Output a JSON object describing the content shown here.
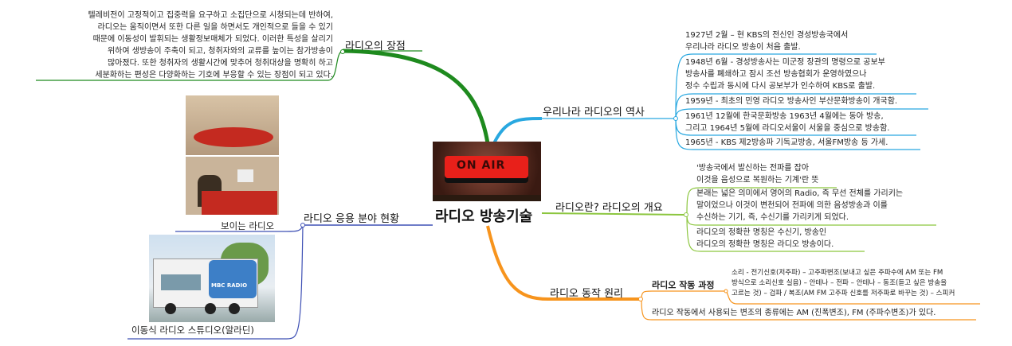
{
  "central": {
    "title": "라디오 방송기술",
    "image_label": "ON AIR"
  },
  "branches": {
    "advantages": {
      "label": "라디오의 장점",
      "color": "#1e8a1e",
      "text": [
        "텔레비전이 고정적이고 집중력을 요구하고 소집단으로 시청되는데 반하여,",
        "라디오는 움직이면서 또한 다른 일을 하면서도 개인적으로 들을 수 있기",
        "때문에 이동성이 발휘되는 생활정보매체가 되었다. 이러한 특성을 살리기",
        "위하여 생방송이 주축이 되고, 청취자와의 교류를 높이는 참가방송이",
        "많아졌다. 또한 청취자의 생활시간에 맞추어 청취대상을 명확히 하고",
        "세분화하는 편성은 다양화하는 기호에 부응할 수 있는 장점이 되고 있다."
      ]
    },
    "history": {
      "label": "우리나라 라디오의 역사",
      "color": "#29a8e0",
      "items": [
        [
          "1927년 2월 – 현 KBS의 전신인 경성방송국에서",
          "우리나라 라디오 방송이 처음 출발."
        ],
        [
          "1948년 6월 - 경성방송사는 미군정 장관의 명령으로 공보부",
          "방송사를 폐쇄하고 잠시 조선 방송협회가 운영하였으나",
          "정수 수립과 동시에 다시 공보부가 인수하여 KBS로 출발."
        ],
        [
          "1959년 - 최초의 민영 라디오 방송사인 부산문화방송이 개국함."
        ],
        [
          "1961년 12월에 한국문화방송 1963년 4월에는 동아 방송,",
          "그리고 1964년 5월에 라디오서울이 서울을 중심으로 방송함."
        ],
        [
          "1965년 - KBS 제2방송파 기독교방송, 서울FM방송 등 가세."
        ]
      ]
    },
    "overview": {
      "label": "라디오란? 라디오의 개요",
      "color": "#8cc63f",
      "items": [
        [
          "'방송국에서 발신하는 전파를 잡아",
          "이것을 음성으로 복원하는 기계'란 뜻"
        ],
        [
          "본래는 넓은 의미에서 영어의 Radio, 즉 무선 전체를 가리키는",
          "말이었으나 이것이 변천되어 전파에 의한 음성방송과 이를",
          "수신하는 기기, 즉, 수신기를 가리키게 되었다."
        ],
        [
          "라디오의 정확한 명칭은 수신기, 방송인",
          "라디오의 정확한 명칭은 라디오 방송이다."
        ]
      ]
    },
    "operation": {
      "label": "라디오 동작 원리",
      "color": "#f7941d",
      "sub": {
        "label": "라디오 작동 과정",
        "text": [
          "소리 - 전기신호(저주파) – 고주파변조(보내고 싶은 주파수에 AM 또는 FM",
          "방식으로 소리신호 실음) – 안테나 – 전파 – 안테나 – 동조(듣고 싶은 방송을",
          "고르는 것) – 검파 / 복조(AM FM 고주파 신호를 저주파로 바꾸는 것) – 스피커"
        ]
      },
      "modulation": "라디오 작동에서 사용되는 변조의 종류에는 AM (진폭변조), FM (주파수변조)가 있다."
    },
    "applications": {
      "label": "라디오 응용 분야 현황",
      "color": "#3f51b5",
      "items": [
        "보이는 라디오",
        "이동식 라디오 스튜디오(알라딘)"
      ],
      "truck_logo": "MBC RADIO"
    }
  }
}
